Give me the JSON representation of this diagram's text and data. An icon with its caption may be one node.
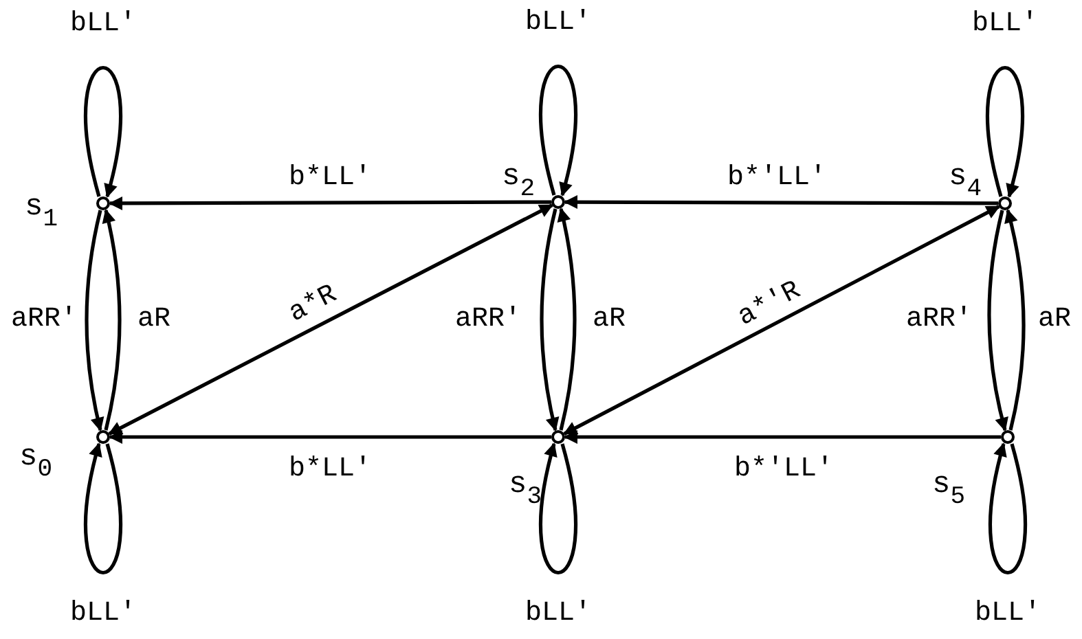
{
  "diagram": {
    "nodes": [
      {
        "text": [],
        "shape": "circle",
        "beside": [
          "s$_{1}$"
        ]
      },
      {
        "text": [],
        "shape": "circle",
        "beside": [
          "s$_{2}$"
        ]
      },
      {
        "text": [],
        "shape": "circle",
        "beside": [
          "s$_{4}$"
        ]
      },
      {
        "text": [],
        "shape": "circle",
        "beside": [
          "s$_{0}$"
        ]
      },
      {
        "text": [],
        "shape": "circle",
        "beside": [
          "s$_{3}$"
        ]
      },
      {
        "text": [],
        "shape": "circle",
        "beside": [
          "s$_{5}$"
        ]
      }
    ],
    "edges": [
      {
        "from": 0,
        "to": 0,
        "arrow": "to",
        "label": "bLL'"
      },
      {
        "from": 1,
        "to": 1,
        "arrow": "to",
        "label": "bLL'"
      },
      {
        "from": 2,
        "to": 2,
        "arrow": "to",
        "label": "bLL'"
      },
      {
        "from": 3,
        "to": 3,
        "arrow": "to",
        "label": "bLL'"
      },
      {
        "from": 4,
        "to": 4,
        "arrow": "to",
        "label": "bLL'"
      },
      {
        "from": 5,
        "to": 5,
        "arrow": "to",
        "label": "bLL'"
      },
      {
        "from": 0,
        "to": 3,
        "arrow": "to",
        "label": "aRR'"
      },
      {
        "from": 3,
        "to": 0,
        "arrow": "to",
        "label": "aR"
      },
      {
        "from": 1,
        "to": 4,
        "arrow": "to",
        "label": "aRR'"
      },
      {
        "from": 4,
        "to": 1,
        "arrow": "to",
        "label": "aR"
      },
      {
        "from": 2,
        "to": 5,
        "arrow": "to",
        "label": "aRR'"
      },
      {
        "from": 5,
        "to": 2,
        "arrow": "to",
        "label": "aR"
      },
      {
        "from": 1,
        "to": 0,
        "arrow": "to",
        "label": "b*LL'"
      },
      {
        "from": 2,
        "to": 1,
        "arrow": "to",
        "label": "b*'LL'"
      },
      {
        "from": 4,
        "to": 3,
        "arrow": "to",
        "label": "b*LL'"
      },
      {
        "from": 5,
        "to": 4,
        "arrow": "to",
        "label": "b*'LL'"
      },
      {
        "from": 3,
        "to": 1,
        "arrow": "both",
        "label": "a*R"
      },
      {
        "from": 4,
        "to": 2,
        "arrow": "both",
        "label": "a*'R"
      }
    ]
  }
}
